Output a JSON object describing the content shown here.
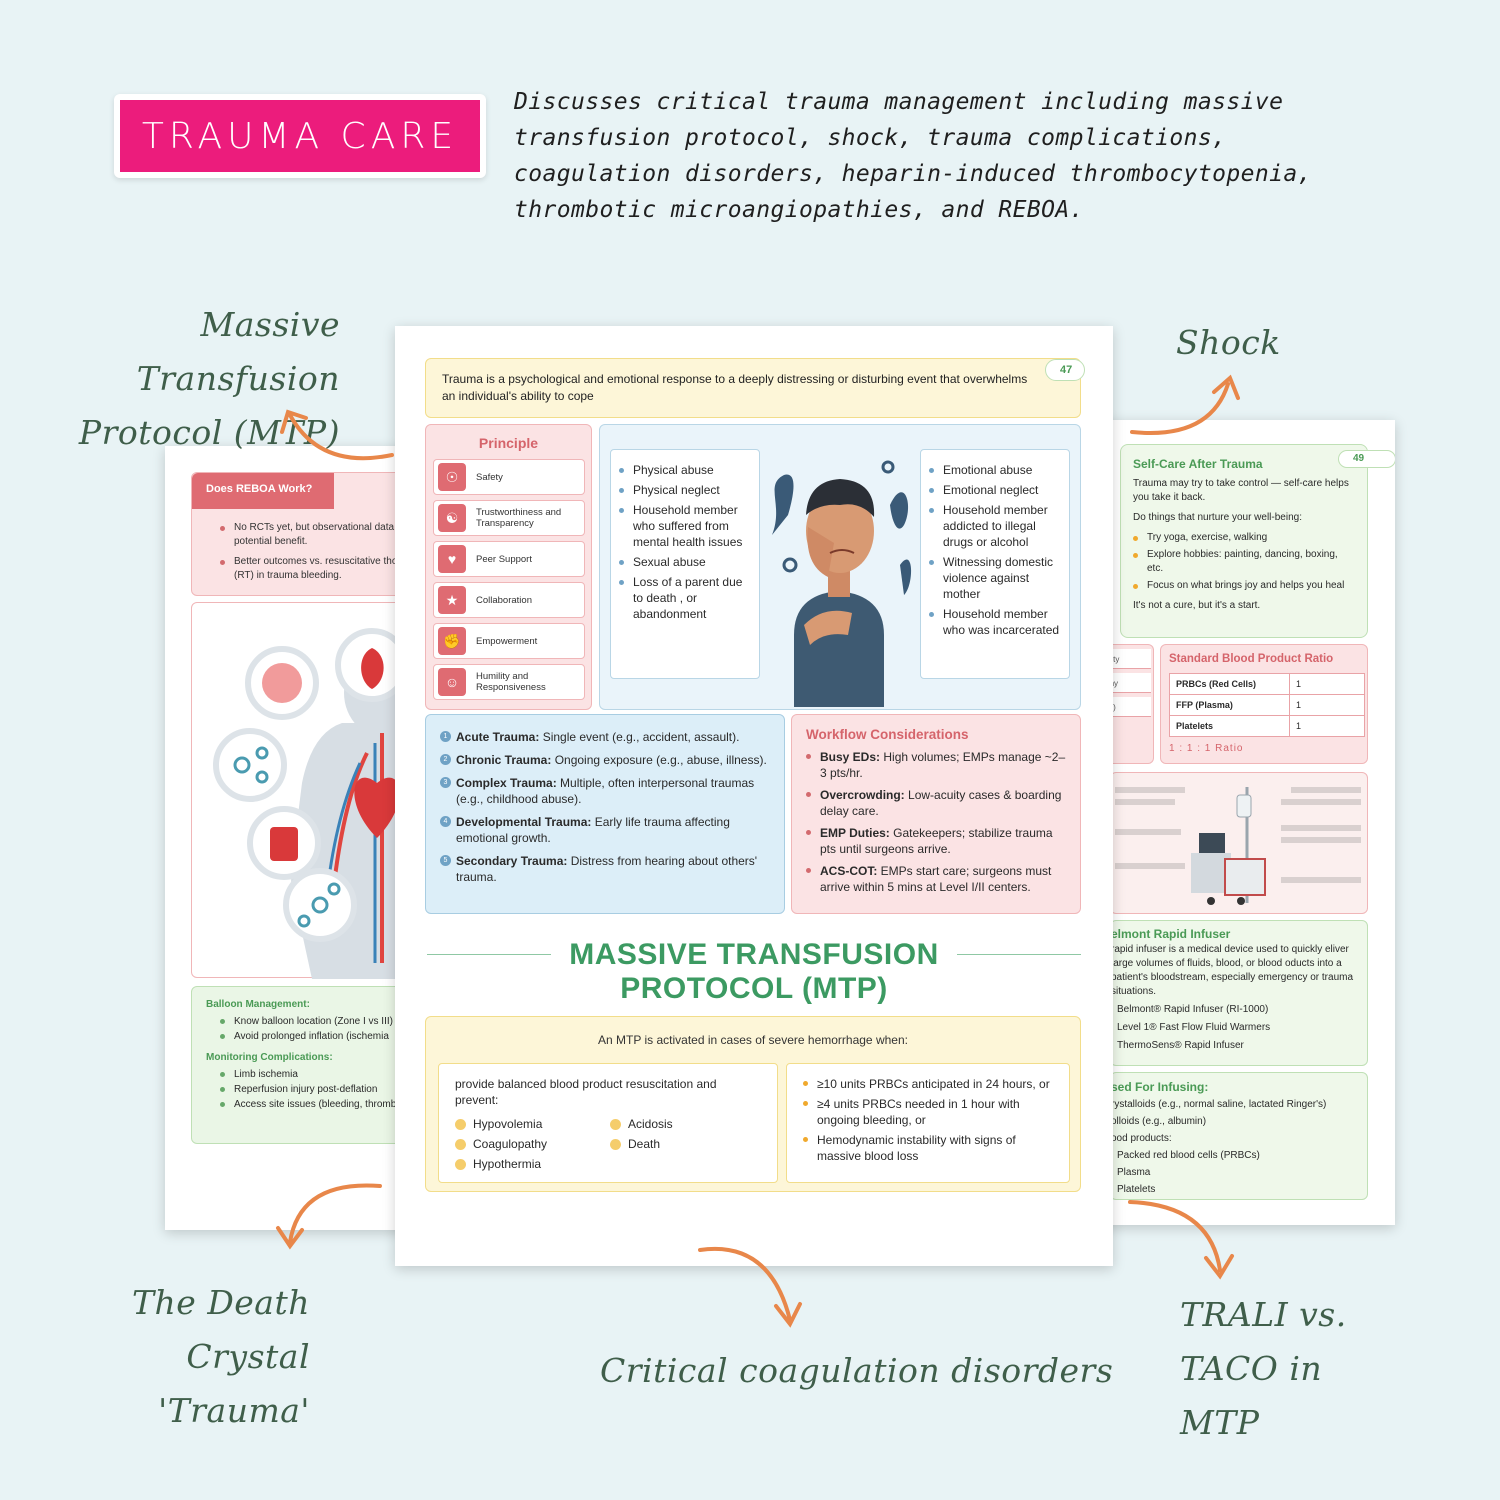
{
  "header": {
    "badge": "TRAUMA CARE",
    "intro": "Discusses critical trauma management including massive transfusion protocol, shock, trauma complications, coagulation disorders, heparin-induced thrombocytopenia, thrombotic microangiopathies, and REBOA."
  },
  "labels": {
    "mtp_line1": "Massive Transfusion",
    "mtp_line2": "Protocol (MTP)",
    "shock": "Shock",
    "death_line1": "The Death Crystal",
    "death_line2": "'Trauma'",
    "coag": "Critical coagulation disorders",
    "trali_line1": "TRALI vs. TACO in",
    "trali_line2": "MTP"
  },
  "left_page": {
    "reboa_title": "Does REBOA Work?",
    "reboa_items": [
      "No RCTs yet, but observational data potential benefit.",
      "Better outcomes vs. resuscitative tho my (RT) in trauma bleeding."
    ],
    "balloon_title": "Balloon Management:",
    "balloon_items": [
      "Know balloon location (Zone I vs III) & status.",
      "Avoid prolonged inflation (ischemia"
    ],
    "monitor_title": "Monitoring Complications:",
    "monitor_items": [
      "Limb ischemia",
      "Reperfusion injury post-deflation",
      "Access site issues (bleeding, thromb"
    ]
  },
  "center_page": {
    "page_number": "47",
    "definition": "Trauma is a psychological and emotional response to a deeply distressing or disturbing event that overwhelms an individual's ability to cope",
    "principle_title": "Principle",
    "principles": [
      "Safety",
      "Trustworthiness and Transparency",
      "Peer Support",
      "Collaboration",
      "Empowerment",
      "Humility and Responsiveness"
    ],
    "abuse_left": [
      "Physical abuse",
      "Physical neglect",
      "Household member who suffered from mental health issues",
      "Sexual abuse",
      "Loss of a parent due to death , or abandonment"
    ],
    "abuse_right": [
      "Emotional abuse",
      "Emotional neglect",
      "Household member addicted to illegal drugs or alcohol",
      "Witnessing domestic violence against mother",
      "Household member who was incarcerated"
    ],
    "types": [
      {
        "n": "1",
        "term": "Acute Trauma:",
        "desc": " Single event (e.g., accident, assault)."
      },
      {
        "n": "2",
        "term": "Chronic Trauma:",
        "desc": " Ongoing exposure (e.g., abuse, illness)."
      },
      {
        "n": "3",
        "term": "Complex Trauma:",
        "desc": " Multiple, often interpersonal traumas (e.g., childhood abuse)."
      },
      {
        "n": "4",
        "term": "Developmental Trauma:",
        "desc": " Early life trauma affecting emotional growth."
      },
      {
        "n": "5",
        "term": "Secondary Trauma:",
        "desc": " Distress from hearing about others' trauma."
      }
    ],
    "workflow_title": "Workflow Considerations",
    "workflow": [
      {
        "term": "Busy EDs:",
        "desc": " High volumes; EMPs manage ~2–3 pts/hr."
      },
      {
        "term": "Overcrowding:",
        "desc": " Low-acuity cases & boarding delay care."
      },
      {
        "term": "EMP Duties:",
        "desc": " Gatekeepers; stabilize trauma pts until surgeons arrive."
      },
      {
        "term": "ACS-COT:",
        "desc": " EMPs start care; surgeons must arrive within 5 mins at Level I/II centers."
      }
    ],
    "mtp_title_line1": "MASSIVE TRANSFUSION",
    "mtp_title_line2": "PROTOCOL (MTP)",
    "mtp_lead": "An MTP is activated in cases of severe hemorrhage when:",
    "mtp_prevent": "provide balanced blood product resuscitation and prevent:",
    "mtp_prevent_items": [
      "Hypovolemia",
      "Acidosis",
      "Coagulopathy",
      "Death",
      "Hypothermia"
    ],
    "mtp_criteria": [
      "≥10 units PRBCs anticipated in 24 hours, or",
      "≥4 units PRBCs needed in 1 hour with ongoing bleeding, or",
      "Hemodynamic instability with signs of massive blood loss"
    ]
  },
  "right_page": {
    "page_number": "49",
    "self_title": "Self-Care After Trauma",
    "self_intro": "Trauma may try to take control — self-care helps you take it back.",
    "self_sub": "Do things that nurture your well-being:",
    "self_items": [
      "Try yoga, exercise, walking",
      "Explore hobbies: painting, dancing, boxing, etc.",
      "Focus on what brings joy and helps you heal"
    ],
    "self_outro": "It's not a cure, but it's a start.",
    "left_cells": [
      "apacity",
      "opathy",
      "tional)"
    ],
    "ratio_title": "Standard Blood Product Ratio",
    "ratio_rows": [
      {
        "name": "PRBCs (Red Cells)",
        "val": "1"
      },
      {
        "name": "FFP (Plasma)",
        "val": "1"
      },
      {
        "name": "Platelets",
        "val": "1"
      }
    ],
    "ratio_text": "1 : 1 : 1 Ratio",
    "belmont_title": "elmont Rapid Infuser",
    "belmont_text": "rapid infuser is a medical device used to quickly eliver large volumes of fluids, blood, or blood oducts into a patient's bloodstream, especially emergency or trauma situations.",
    "belmont_items": [
      "Belmont® Rapid Infuser (RI-1000)",
      "Level 1® Fast Flow Fluid Warmers",
      "ThermoSens® Rapid Infuser"
    ],
    "used_title": "sed For Infusing:",
    "used_items": [
      "rystalloids (e.g., normal saline, lactated Ringer's)",
      "olloids (e.g., albumin)",
      "ood products:",
      "Packed red blood cells (PRBCs)",
      "Plasma",
      "Platelets"
    ]
  },
  "colors": {
    "accent_pink": "#ec1c7c",
    "label_green": "#3f5e4a",
    "arrow_orange": "#e8874a",
    "mtp_green": "#3c9a62"
  }
}
